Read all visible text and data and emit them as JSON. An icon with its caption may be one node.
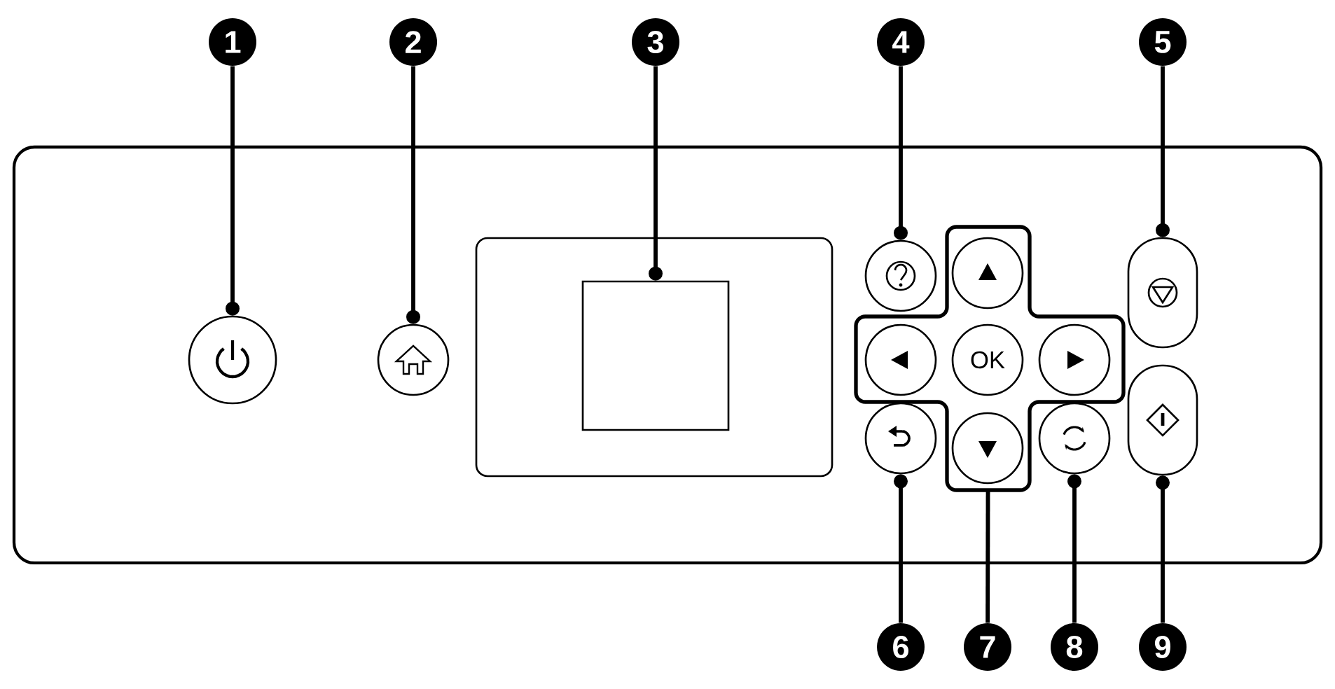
{
  "diagram": {
    "nodes": [
      {
        "text": [
          "1"
        ]
      },
      {
        "text": [
          "2"
        ]
      },
      {
        "text": [
          "3"
        ]
      },
      {
        "text": [
          "4"
        ]
      },
      {
        "text": [
          "5"
        ]
      },
      {
        "text": [
          "6"
        ]
      },
      {
        "text": [
          "7"
        ]
      },
      {
        "text": [
          "8"
        ]
      },
      {
        "text": [
          "9"
        ]
      },
      {
        "text": [],
        "shape": "circle"
      },
      {
        "text": [],
        "shape": "circle"
      },
      {
        "text": [],
        "shape": "box"
      },
      {
        "text": [],
        "shape": "circle"
      },
      {
        "text": [],
        "shape": "oval"
      },
      {
        "text": [],
        "shape": "cross"
      },
      {
        "text": [],
        "shape": "circle",
        "in": 14
      },
      {
        "text": [],
        "shape": "circle",
        "in": 14
      },
      {
        "text": [
          "OK"
        ],
        "in": 14
      },
      {
        "text": [],
        "shape": "circle",
        "in": 14
      },
      {
        "text": [],
        "shape": "circle",
        "in": 14
      },
      {
        "text": [],
        "shape": "circle"
      },
      {
        "text": [],
        "shape": "circle"
      },
      {
        "text": [],
        "shape": "oval"
      }
    ],
    "edges": [
      {
        "from": 0,
        "to": 9,
        "arrow": "other"
      },
      {
        "from": 1,
        "to": 10,
        "arrow": "other"
      },
      {
        "from": 2,
        "to": 11,
        "arrow": "other"
      },
      {
        "from": 3,
        "to": 12,
        "arrow": "other"
      },
      {
        "from": 4,
        "to": 13,
        "arrow": "other"
      },
      {
        "from": 5,
        "to": 20,
        "arrow": "other"
      },
      {
        "from": 6,
        "to": 14,
        "arrow": "none"
      },
      {
        "from": 7,
        "to": 21,
        "arrow": "other"
      },
      {
        "from": 8,
        "to": 22,
        "arrow": "other"
      }
    ]
  }
}
